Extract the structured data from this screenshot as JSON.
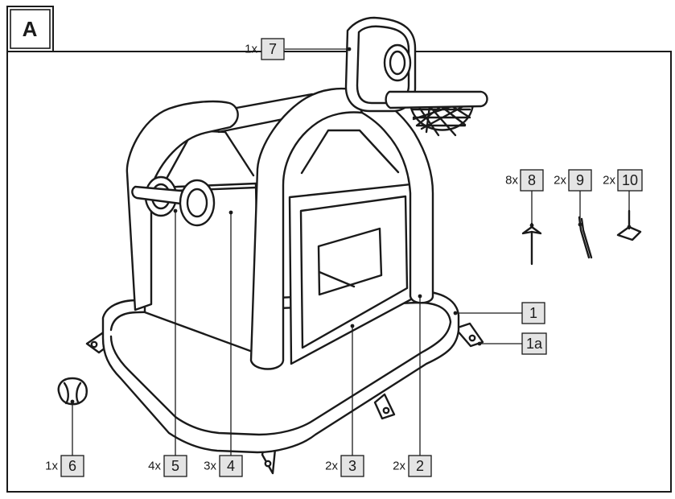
{
  "figure_tag": "A",
  "parts": [
    {
      "id": "7",
      "label": "7",
      "qty": "1x"
    },
    {
      "id": "8",
      "label": "8",
      "qty": "8x"
    },
    {
      "id": "9",
      "label": "9",
      "qty": "2x"
    },
    {
      "id": "10",
      "label": "10",
      "qty": "2x"
    },
    {
      "id": "1",
      "label": "1",
      "qty": ""
    },
    {
      "id": "1a",
      "label": "1a",
      "qty": ""
    },
    {
      "id": "6",
      "label": "6",
      "qty": "1x"
    },
    {
      "id": "5",
      "label": "5",
      "qty": "4x"
    },
    {
      "id": "4",
      "label": "4",
      "qty": "3x"
    },
    {
      "id": "3",
      "label": "3",
      "qty": "2x"
    },
    {
      "id": "2",
      "label": "2",
      "qty": "2x"
    }
  ],
  "colors": {
    "line": "#1a1a1a",
    "badge_fill": "#e4e4e4",
    "background": "#ffffff"
  }
}
